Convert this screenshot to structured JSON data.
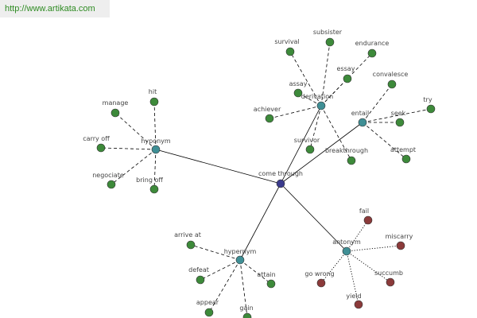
{
  "header": {
    "url": "http://www.artikata.com"
  },
  "colors": {
    "center": "#3a3a8c",
    "hub": "#3f8f95",
    "synonym": "#3d8a3a",
    "antonym": "#8b3a3a"
  },
  "graph": {
    "center": {
      "id": "come-through",
      "label": "come through",
      "kind": "center"
    },
    "hubs": [
      {
        "id": "hyponym",
        "label": "hyponym",
        "kind": "hub"
      },
      {
        "id": "derivation",
        "label": "derivation",
        "kind": "hub"
      },
      {
        "id": "entail",
        "label": "entail",
        "kind": "hub"
      },
      {
        "id": "hypernym",
        "label": "hypernym",
        "kind": "hub"
      },
      {
        "id": "antonym",
        "label": "antonym",
        "kind": "hub"
      }
    ],
    "leaves": [
      {
        "id": "hit",
        "label": "hit",
        "hub": "hyponym",
        "kind": "synonym"
      },
      {
        "id": "manage",
        "label": "manage",
        "hub": "hyponym",
        "kind": "synonym"
      },
      {
        "id": "carry-off",
        "label": "carry off",
        "hub": "hyponym",
        "kind": "synonym"
      },
      {
        "id": "negociate",
        "label": "negociate",
        "hub": "hyponym",
        "kind": "synonym"
      },
      {
        "id": "bring-off",
        "label": "bring off",
        "hub": "hyponym",
        "kind": "synonym"
      },
      {
        "id": "survival",
        "label": "survival",
        "hub": "derivation",
        "kind": "synonym"
      },
      {
        "id": "subsister",
        "label": "subsister",
        "hub": "derivation",
        "kind": "synonym"
      },
      {
        "id": "endurance",
        "label": "endurance",
        "hub": "derivation",
        "kind": "synonym"
      },
      {
        "id": "essay",
        "label": "essay",
        "hub": "derivation",
        "kind": "synonym"
      },
      {
        "id": "assay",
        "label": "assay",
        "hub": "derivation",
        "kind": "synonym"
      },
      {
        "id": "achiever",
        "label": "achiever",
        "hub": "derivation",
        "kind": "synonym"
      },
      {
        "id": "survivor",
        "label": "survivor",
        "hub": "derivation",
        "kind": "synonym"
      },
      {
        "id": "breakthrough",
        "label": "breakthrough",
        "hub": "derivation",
        "kind": "synonym"
      },
      {
        "id": "convalesce",
        "label": "convalesce",
        "hub": "entail",
        "kind": "synonym"
      },
      {
        "id": "try",
        "label": "try",
        "hub": "entail",
        "kind": "synonym"
      },
      {
        "id": "seek",
        "label": "seek",
        "hub": "entail",
        "kind": "synonym"
      },
      {
        "id": "attempt",
        "label": "attempt",
        "hub": "entail",
        "kind": "synonym"
      },
      {
        "id": "arrive-at",
        "label": "arrive at",
        "hub": "hypernym",
        "kind": "synonym"
      },
      {
        "id": "defeat",
        "label": "defeat",
        "hub": "hypernym",
        "kind": "synonym"
      },
      {
        "id": "attain",
        "label": "attain",
        "hub": "hypernym",
        "kind": "synonym"
      },
      {
        "id": "appear",
        "label": "appear",
        "hub": "hypernym",
        "kind": "synonym"
      },
      {
        "id": "gain",
        "label": "gain",
        "hub": "hypernym",
        "kind": "synonym"
      },
      {
        "id": "fail",
        "label": "fail",
        "hub": "antonym",
        "kind": "antonym"
      },
      {
        "id": "miscarry",
        "label": "miscarry",
        "hub": "antonym",
        "kind": "antonym"
      },
      {
        "id": "go-wrong",
        "label": "go wrong",
        "hub": "antonym",
        "kind": "antonym"
      },
      {
        "id": "succumb",
        "label": "succumb",
        "hub": "antonym",
        "kind": "antonym"
      },
      {
        "id": "yield",
        "label": "yield",
        "hub": "antonym",
        "kind": "antonym"
      }
    ]
  }
}
